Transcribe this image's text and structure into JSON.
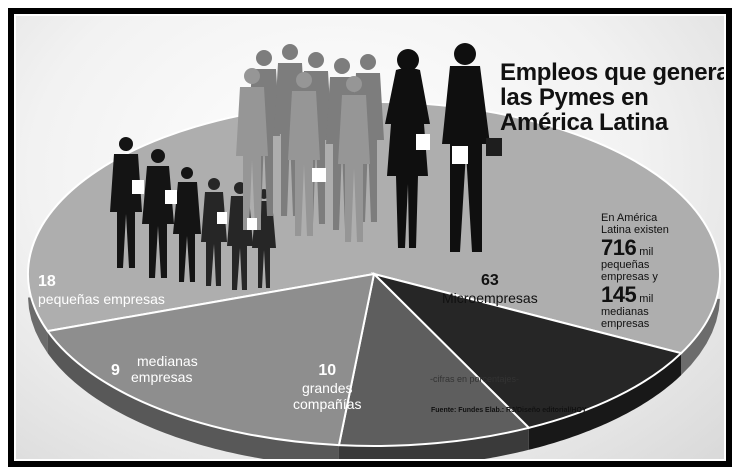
{
  "chart_data": {
    "type": "pie",
    "title_lines": [
      "Empleos que generan",
      "las Pymes en",
      "América Latina"
    ],
    "slices": [
      {
        "value": 63,
        "label_value": "63",
        "label_lines": [
          "Microempresas"
        ],
        "color": "#aeaeae"
      },
      {
        "value": 10,
        "label_value": "10",
        "label_lines": [
          "grandes",
          "compañías"
        ],
        "color": "#262626"
      },
      {
        "value": 9,
        "label_value": "9",
        "label_lines": [
          "medianas",
          "empresas"
        ],
        "color": "#5e5e5e"
      },
      {
        "value": 18,
        "label_value": "18",
        "label_lines": [
          "pequeñas empresas"
        ],
        "color": "#8e8e8e"
      }
    ],
    "unit_note": "-cifras en porcentajes-"
  },
  "side_note": {
    "intro_lines": [
      "En América",
      "Latina existen"
    ],
    "stat1_value": "716",
    "stat1_unit": "mil",
    "stat1_text_lines": [
      "pequeñas",
      "empresas y"
    ],
    "stat2_value": "145",
    "stat2_unit": "mil",
    "stat2_text_lines": [
      "medianas",
      "empresas"
    ]
  },
  "source": "Fuente: Fundes Elab.: RJ/Diseño editorial/HOY"
}
